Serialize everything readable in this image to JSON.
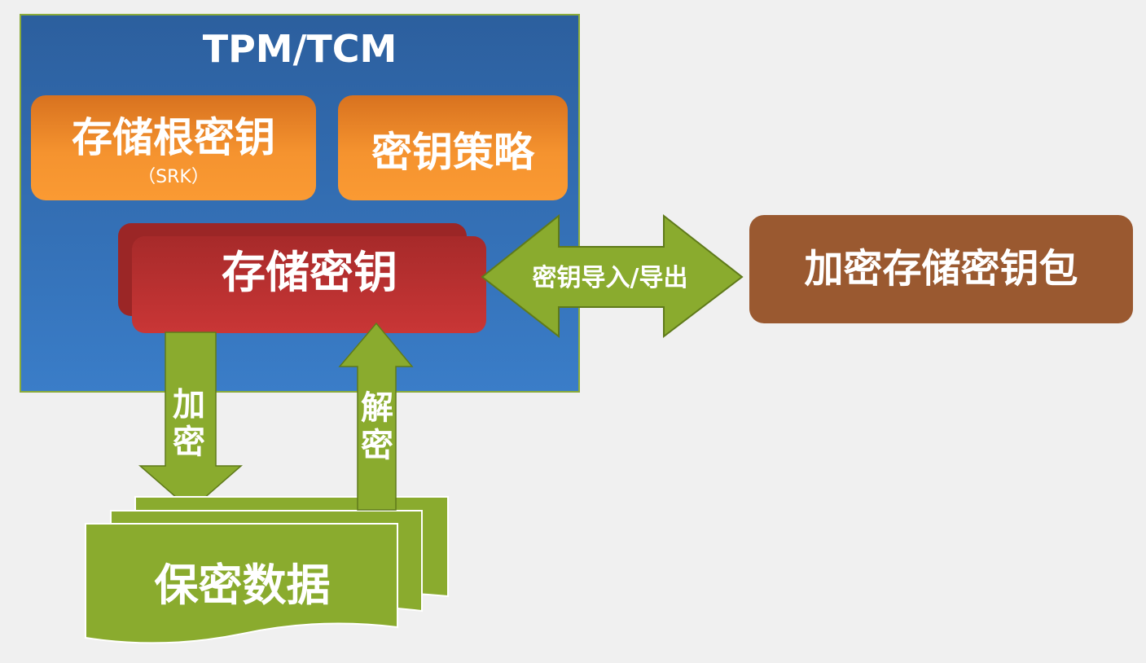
{
  "diagram": {
    "tpm_title": "TPM/TCM",
    "srk_label": "存储根密钥",
    "srk_sub": "（SRK）",
    "policy_label": "密钥策略",
    "storage_key_label": "存储密钥",
    "import_export_label": "密钥导入/导出",
    "encrypted_package_label": "加密存储密钥包",
    "encrypt_label": "加密",
    "decrypt_label": "解密",
    "data_label": "保密数据"
  },
  "colors": {
    "background": "#f0f0f0",
    "tpm_blue": "#3a7dc8",
    "orange": "#f5932f",
    "red": "#c93636",
    "brown": "#9a5930",
    "green": "#8aab2e"
  }
}
